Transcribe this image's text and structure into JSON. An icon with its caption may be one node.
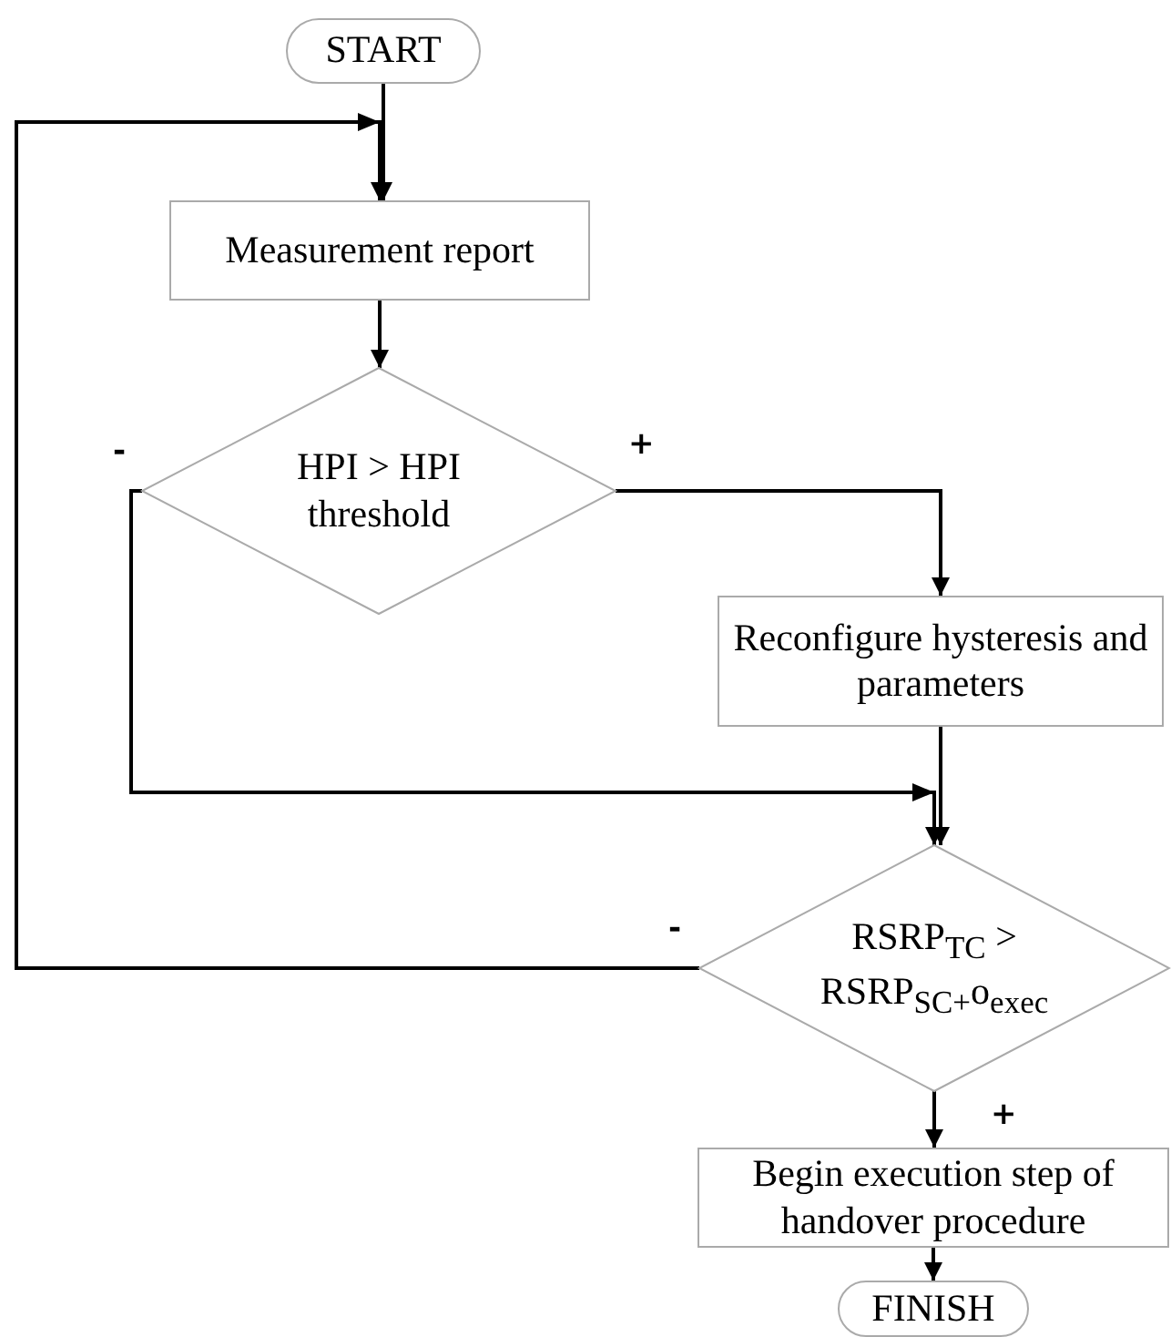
{
  "diagram": {
    "nodes": [
      {
        "text": [
          "START"
        ]
      },
      {
        "text": [
          "Measurement report"
        ]
      },
      {
        "text": [
          "HPI > HPI threshold"
        ]
      },
      {
        "text": [
          "Reconfigure hysteresis and parameters"
        ]
      },
      {
        "text": [
          "RSRP$_{TC}$ > RSRP$_{SC+}$o$_{exec}$"
        ]
      },
      {
        "text": [
          "Begin execution step of handover procedure"
        ]
      },
      {
        "text": [
          "FINISH"
        ]
      }
    ],
    "edges": [
      {
        "from": 0,
        "to": 1,
        "arrow": "to"
      },
      {
        "from": 1,
        "to": 2,
        "arrow": "to"
      },
      {
        "from": 2,
        "to": 3,
        "arrow": "to",
        "label": "+"
      },
      {
        "from": 2,
        "to": 4,
        "arrow": "to",
        "label": "-"
      },
      {
        "from": 3,
        "to": 4,
        "arrow": "to"
      },
      {
        "from": 4,
        "to": 1,
        "arrow": "to",
        "label": "-"
      },
      {
        "from": 4,
        "to": 5,
        "arrow": "to",
        "label": "+"
      },
      {
        "from": 5,
        "to": 6,
        "arrow": "to"
      }
    ]
  }
}
